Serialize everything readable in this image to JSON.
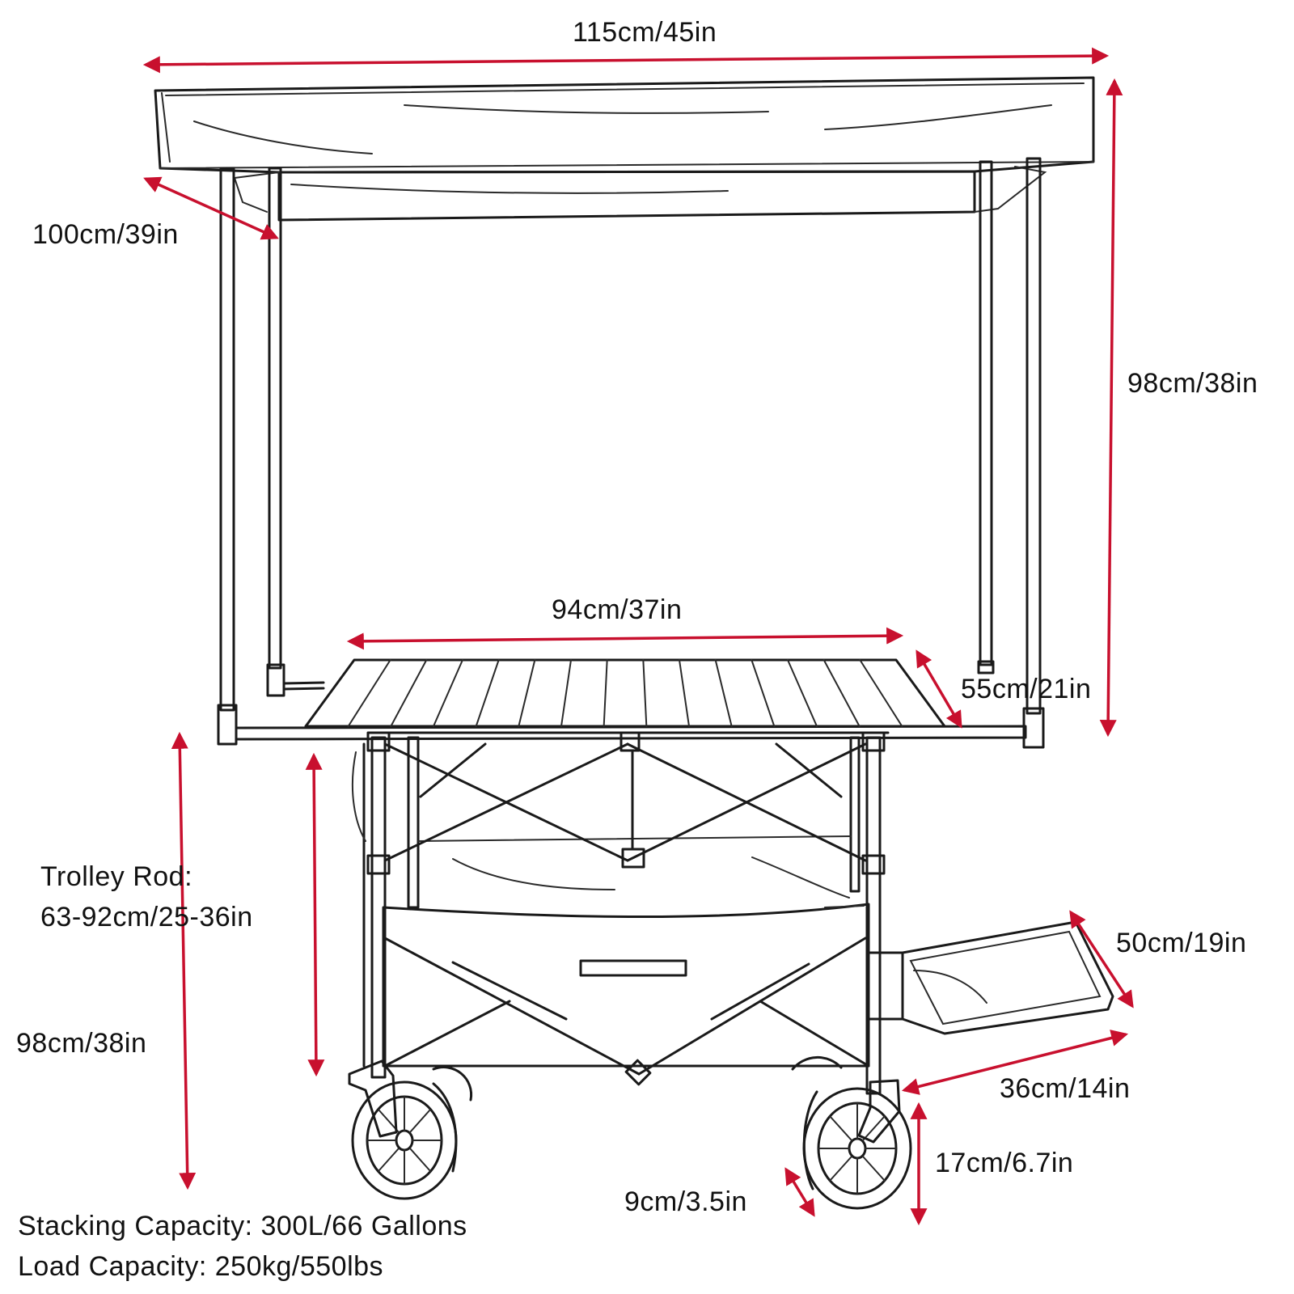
{
  "colors": {
    "dimension_line": "#c8102e",
    "ink": "#1a1a1a",
    "background": "#ffffff"
  },
  "dimensions": {
    "canopy_width": "115cm/45in",
    "canopy_depth": "100cm/39in",
    "canopy_height": "98cm/38in",
    "table_width": "94cm/37in",
    "table_depth": "55cm/21in",
    "tailgate_length": "50cm/19in",
    "tailgate_depth": "36cm/14in",
    "wheel_diameter": "17cm/6.7in",
    "wheel_width": "9cm/3.5in",
    "wagon_height": "98cm/38in"
  },
  "trolley_rod": {
    "title": "Trolley Rod:",
    "range": "63-92cm/25-36in"
  },
  "specs": {
    "stacking": "Stacking Capacity: 300L/66 Gallons",
    "load": "Load Capacity: 250kg/550lbs"
  }
}
